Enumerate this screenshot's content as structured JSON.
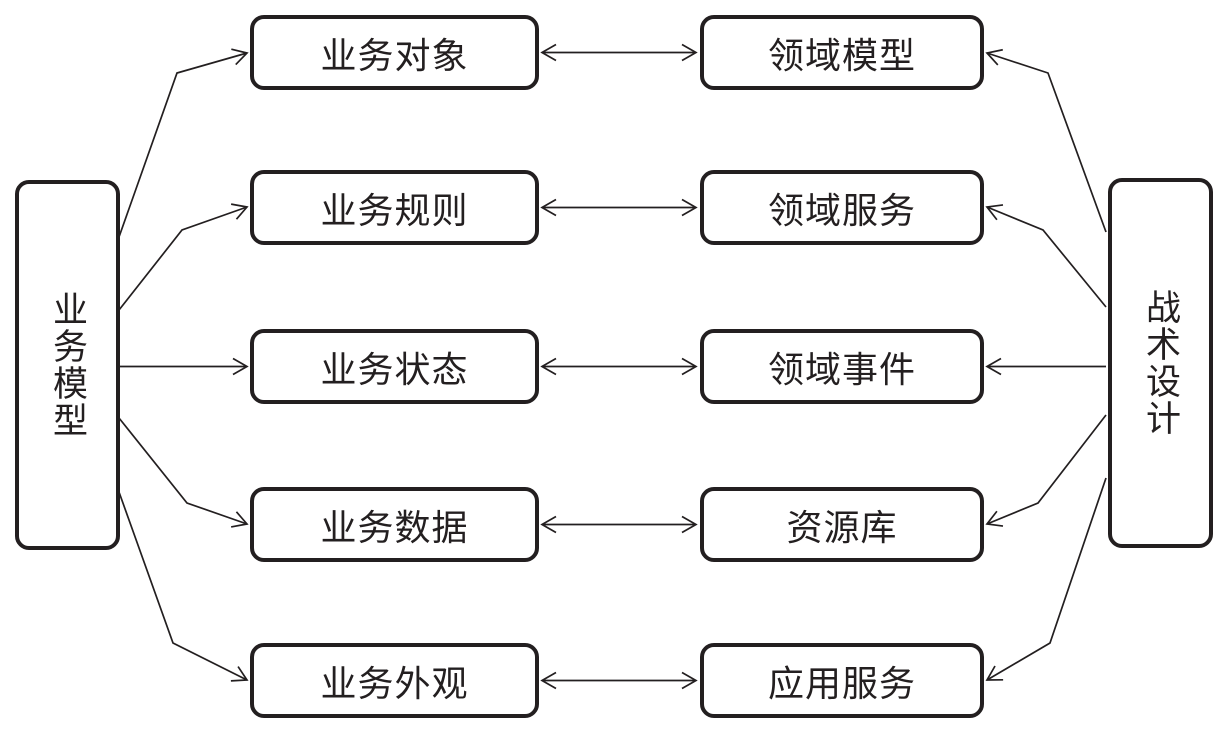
{
  "diagram": {
    "left_panel": {
      "label": "业务模型"
    },
    "right_panel": {
      "label": "战术设计"
    },
    "rows": [
      {
        "left": "业务对象",
        "right": "领域模型"
      },
      {
        "left": "业务规则",
        "right": "领域服务"
      },
      {
        "left": "业务状态",
        "right": "领域事件"
      },
      {
        "left": "业务数据",
        "right": "资源库"
      },
      {
        "left": "业务外观",
        "right": "应用服务"
      }
    ],
    "colors": {
      "stroke": "#231f20",
      "background": "#ffffff"
    }
  }
}
